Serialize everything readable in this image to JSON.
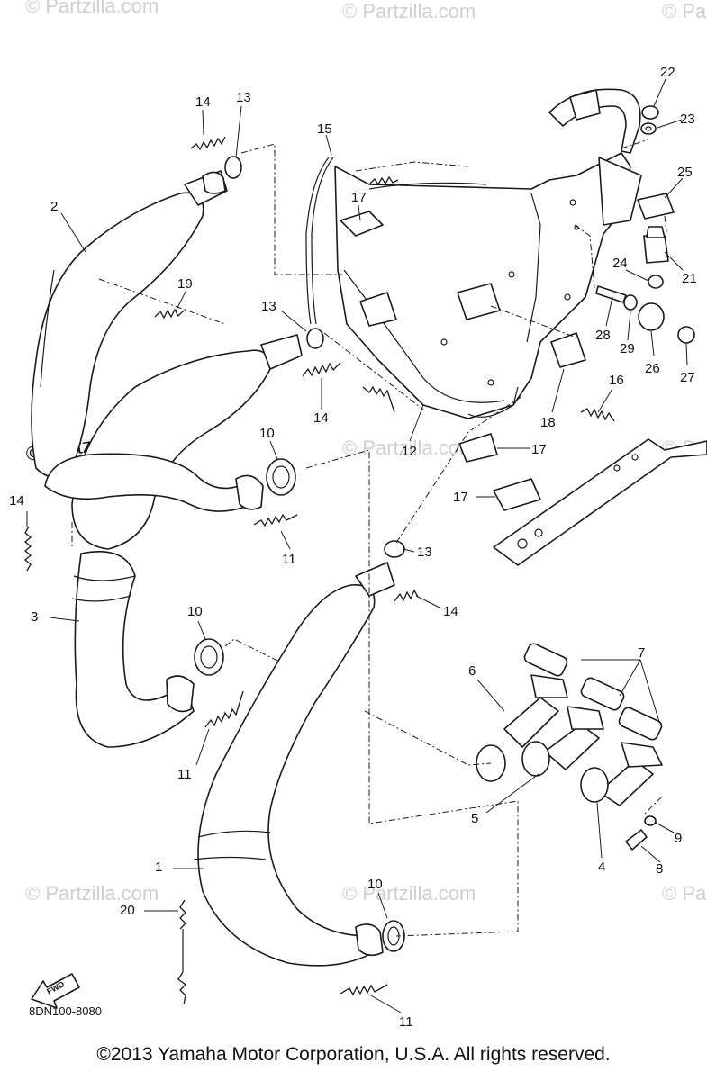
{
  "watermark": "© Partzilla.com",
  "diagram_code": "8DN100-8080",
  "fwd_label": "FWD",
  "copyright": "©2013 Yamaha Motor Corporation, U.S.A. All rights reserved.",
  "callouts": {
    "c1": "1",
    "c2": "2",
    "c3": "3",
    "c4": "4",
    "c5": "5",
    "c6": "6",
    "c7": "7",
    "c8": "8",
    "c9": "9",
    "c10a": "10",
    "c10b": "10",
    "c10c": "10",
    "c11a": "11",
    "c11b": "11",
    "c11c": "11",
    "c12": "12",
    "c13a": "13",
    "c13b": "13",
    "c13c": "13",
    "c14a": "14",
    "c14b": "14",
    "c14c": "14",
    "c14d": "14",
    "c15": "15",
    "c16": "16",
    "c17a": "17",
    "c17b": "17",
    "c17c": "17",
    "c18": "18",
    "c19": "19",
    "c20": "20",
    "c21": "21",
    "c22": "22",
    "c23": "23",
    "c24": "24",
    "c25": "25",
    "c26": "26",
    "c27": "27",
    "c28": "28",
    "c29": "29"
  },
  "colors": {
    "line": "#1a1a1a",
    "watermark": "#cfcfcf",
    "background": "#ffffff"
  }
}
